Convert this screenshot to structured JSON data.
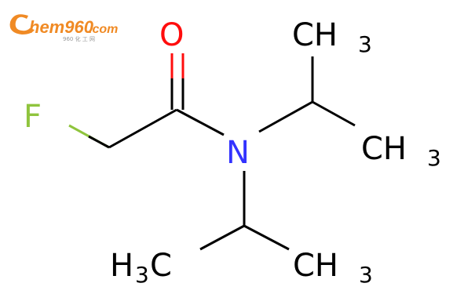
{
  "logo": {
    "main": "hem960",
    "suffix": ".com",
    "subtitle": "960 化 工 网"
  },
  "atoms": {
    "oxygen": "O",
    "fluorine": "F",
    "nitrogen": "N",
    "methyl_top_right": "CH",
    "methyl_top_right_sub": "3",
    "methyl_mid_right": "CH",
    "methyl_mid_right_sub": "3",
    "methyl_bottom_left_h": "H",
    "methyl_bottom_left_sub": "3",
    "methyl_bottom_left_c": "C",
    "methyl_bottom_right": "CH",
    "methyl_bottom_right_sub": "3"
  },
  "colors": {
    "oxygen": "#ff0d0d",
    "fluorine": "#8fc43d",
    "nitrogen": "#3333ff",
    "carbon": "#000000",
    "logo": "#f08a24"
  }
}
